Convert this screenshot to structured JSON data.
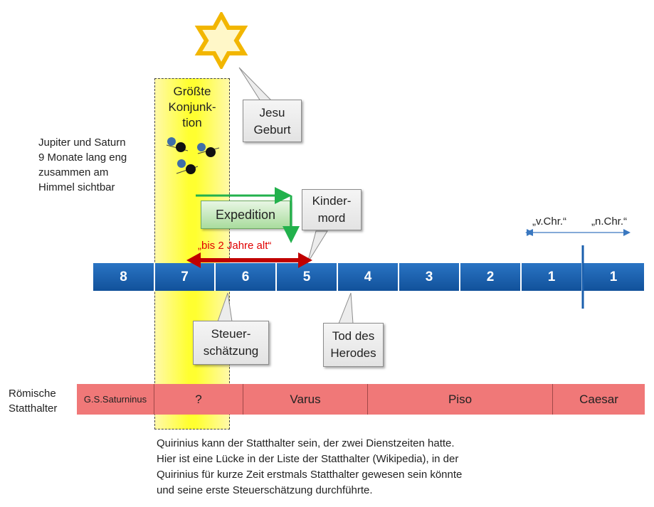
{
  "conjunction": {
    "title_lines": [
      "Größte",
      "Konjunk-",
      "tion"
    ]
  },
  "jupiter_note": {
    "lines": [
      "Jupiter und Saturn",
      "9 Monate lang eng",
      "zusammen am",
      "Himmel sichtbar"
    ]
  },
  "callouts": {
    "birth": [
      "Jesu",
      "Geburt"
    ],
    "massacre": [
      "Kinder-",
      "mord"
    ],
    "census": [
      "Steuer-",
      "schätzung"
    ],
    "herod_death": [
      "Tod des",
      "Herodes"
    ]
  },
  "expedition_label": "Expedition",
  "age_label": "„bis 2 Jahre alt“",
  "era_labels": {
    "bc": "„v.Chr.“",
    "ad": "„n.Chr.“"
  },
  "years": [
    "8",
    "7",
    "6",
    "5",
    "4",
    "3",
    "2",
    "1",
    "1"
  ],
  "governors": {
    "row_label": [
      "Römische",
      "Statthalter"
    ],
    "cells": [
      "G.S.Saturninus",
      "?",
      "Varus",
      "Piso",
      "Caesar"
    ]
  },
  "footnote": [
    "Quirinius kann der Statthalter sein, der zwei Dienstzeiten hatte.",
    "Hier ist eine Lücke in der Liste der Statthalter (Wikipedia), in der",
    "Quirinius für kurze Zeit erstmals Statthalter gewesen sein könnte",
    "und seine erste Steuerschätzung durchführte."
  ],
  "colors": {
    "timeline_blue": "#1a5fad",
    "governor_red": "#f07878",
    "highlight_yellow": "#ffff30",
    "expedition_green": "#22b14c",
    "age_red": "#c00000",
    "era_blue": "#3a78c0",
    "star_gold": "#ffcc00"
  }
}
